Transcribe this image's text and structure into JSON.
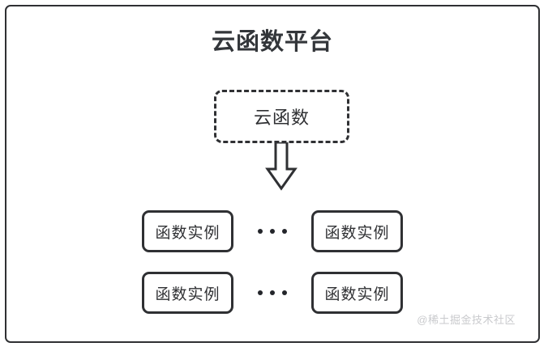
{
  "diagram": {
    "platform": {
      "title": "云函数平台",
      "border_color": "#2f3033"
    },
    "cloud_function": {
      "label": "云函数",
      "style": "dashed",
      "border_color": "#2f3033"
    },
    "arrow": {
      "name": "down-block-arrow",
      "direction": "down",
      "fill": "#ffffff",
      "stroke": "#2f3033"
    },
    "instance_rows": [
      {
        "left": {
          "label": "函数实例"
        },
        "separator": "•••",
        "right": {
          "label": "函数实例"
        }
      },
      {
        "left": {
          "label": "函数实例"
        },
        "separator": "•••",
        "right": {
          "label": "函数实例"
        }
      }
    ],
    "watermark": "@稀土掘金技术社区"
  }
}
